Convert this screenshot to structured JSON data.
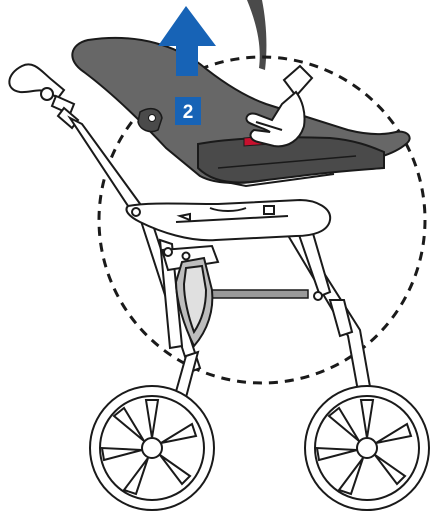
{
  "illustration": {
    "step_number": "2",
    "colors": {
      "arrow": "#1763b6",
      "badge": "#1763b6",
      "seat": "#676767",
      "seat_dark": "#4a4a4a",
      "outline": "#1a1a1a",
      "release_button": "#c8102e",
      "frame_fill": "#ffffff"
    },
    "icons": [
      "up-arrow-icon",
      "hand-icon",
      "dashed-circle",
      "stroller-frame",
      "wheel"
    ]
  }
}
